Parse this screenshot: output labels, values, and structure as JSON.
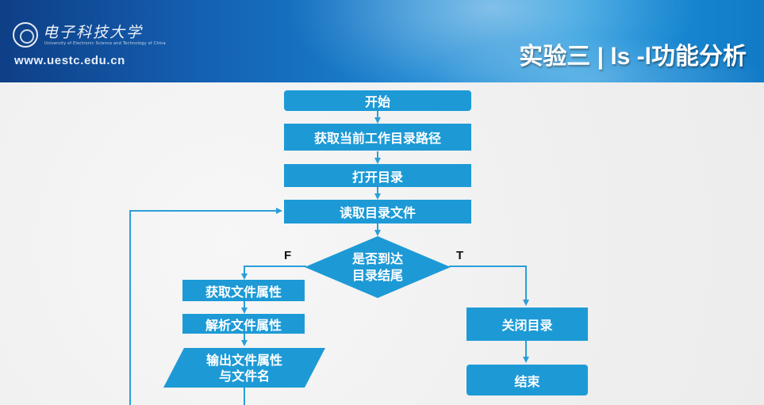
{
  "header": {
    "logo_cn": "电子科技大学",
    "logo_en": "University of Electronic Science and Technology of China",
    "logo_url": "www.uestc.edu.cn",
    "title": "实验三 | ls -l功能分析"
  },
  "flowchart": {
    "start": "开始",
    "get_cwd": "获取当前工作目录路径",
    "open_dir": "打开目录",
    "read_file": "读取目录文件",
    "decision_line1": "是否到达",
    "decision_line2": "目录结尾",
    "branch_false": "F",
    "branch_true": "T",
    "get_attr": "获取文件属性",
    "parse_attr": "解析文件属性",
    "output_line1": "输出文件属性",
    "output_line2": "与文件名",
    "close_dir": "关闭目录",
    "end": "结束"
  },
  "colors": {
    "box_fill": "#1d9ad6",
    "line": "#2a9fd8",
    "banner_dark": "#0e3f86",
    "banner_light": "#1c95dc"
  }
}
